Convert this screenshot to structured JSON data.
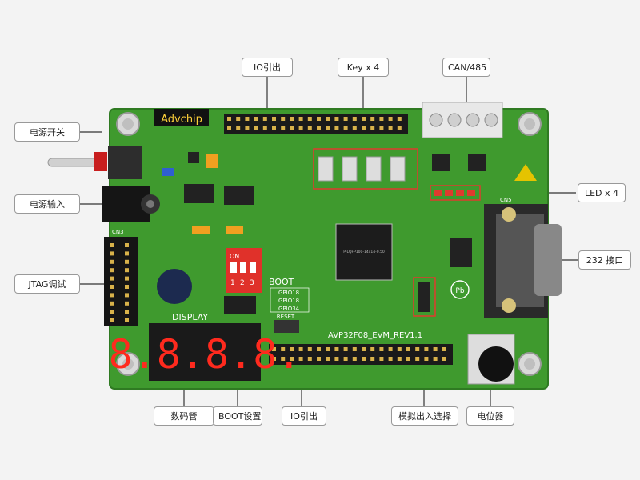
{
  "colors": {
    "pcb": "#3f9a2e",
    "pcb_dark": "#2f7a22",
    "silk": "#ffffff",
    "header": "#d8b24a",
    "accent_red": "#e03a2e",
    "display_red": "#ff2a1e",
    "callout_line": "#333333"
  },
  "board": {
    "logo": "Advchip",
    "board_name": "AVP32F08_EVM_REV1.1",
    "display_silk": "DISPLAY",
    "boot_silk": "BOOT",
    "boot_rows": [
      "GPIO18",
      "GPIO18",
      "GPIO34"
    ],
    "dip_on": "ON",
    "dip_nums": [
      "1",
      "2",
      "3"
    ],
    "digits": "8.8.8.8.",
    "reset_silk": "RESET",
    "chip_text": "P-LQFP100-14x14-0.50",
    "cn3": "CN3",
    "cn5": "CN5",
    "pb_mark": "Pb"
  },
  "callouts": {
    "io_top": "IO引出",
    "key": "Key x 4",
    "can": "CAN/485",
    "power_switch": "电源开关",
    "power_input": "电源输入",
    "jtag": "JTAG调试",
    "led": "LED x 4",
    "rs232": "232 接口",
    "digit_tube": "数码管",
    "boot_set": "BOOT设置",
    "io_bottom": "IO引出",
    "analog_sel": "模拟出入选择",
    "pot": "电位器"
  }
}
